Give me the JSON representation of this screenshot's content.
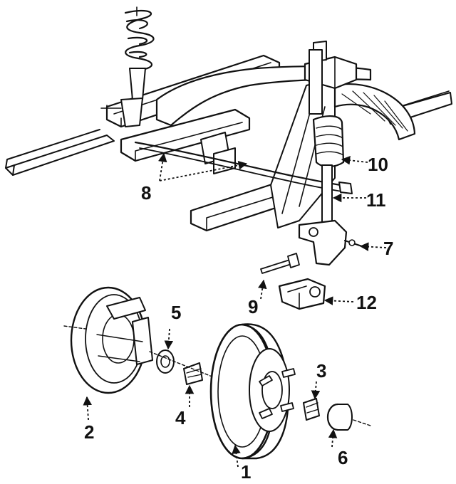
{
  "diagram": {
    "background": "#ffffff",
    "ink": "#111111",
    "callouts": [
      {
        "id": "c1",
        "label": "1"
      },
      {
        "id": "c2",
        "label": "2"
      },
      {
        "id": "c3",
        "label": "3"
      },
      {
        "id": "c4",
        "label": "4"
      },
      {
        "id": "c5",
        "label": "5"
      },
      {
        "id": "c6",
        "label": "6"
      },
      {
        "id": "c7",
        "label": "7"
      },
      {
        "id": "c8",
        "label": "8"
      },
      {
        "id": "c9",
        "label": "9"
      },
      {
        "id": "c10",
        "label": "10"
      },
      {
        "id": "c11",
        "label": "11"
      },
      {
        "id": "c12",
        "label": "12"
      }
    ]
  }
}
